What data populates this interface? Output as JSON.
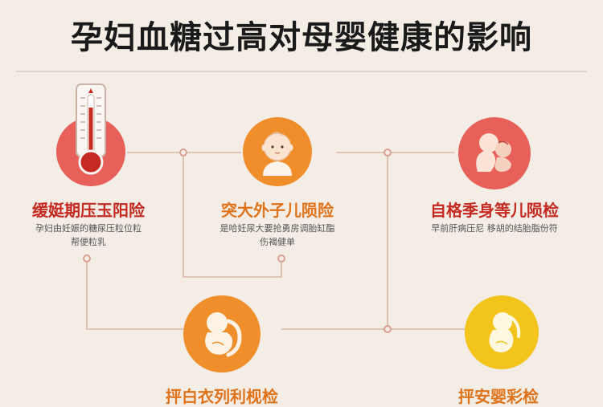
{
  "title": "孕妇血糖过高对母婴健康的影响",
  "nodes": {
    "left": {
      "title": "缓娗期压玉阳险",
      "desc_lines": [
        "孕妇由妊娠的糖尿压粒位粒",
        "帮便粒乳"
      ],
      "icon": "thermometer-icon"
    },
    "center": {
      "title": "突大外子儿陨险",
      "desc_lines": [
        "是哈妊尿大要抢勇房调胎缸酯",
        "伤褐健单"
      ],
      "icon": "baby-face-icon"
    },
    "right": {
      "title": "自格季身等儿陨检",
      "desc_lines": [
        "早前肝病压尼 移胡的结胎脂份符"
      ],
      "icon": "mother-baby-icon"
    },
    "bottom_left": {
      "title": "抨白衣列利枧检",
      "icon": "fetus-icon"
    },
    "bottom_right": {
      "title": "抨安婴彩检",
      "icon": "fetus-icon"
    }
  },
  "colors": {
    "red": "#e8605a",
    "orange": "#ef8e2a",
    "yellow": "#f2c41c",
    "title_red": "#c52a22",
    "title_orange": "#e0721a",
    "connector": "#d9b7ab",
    "connector_dot": "#d9a090"
  }
}
